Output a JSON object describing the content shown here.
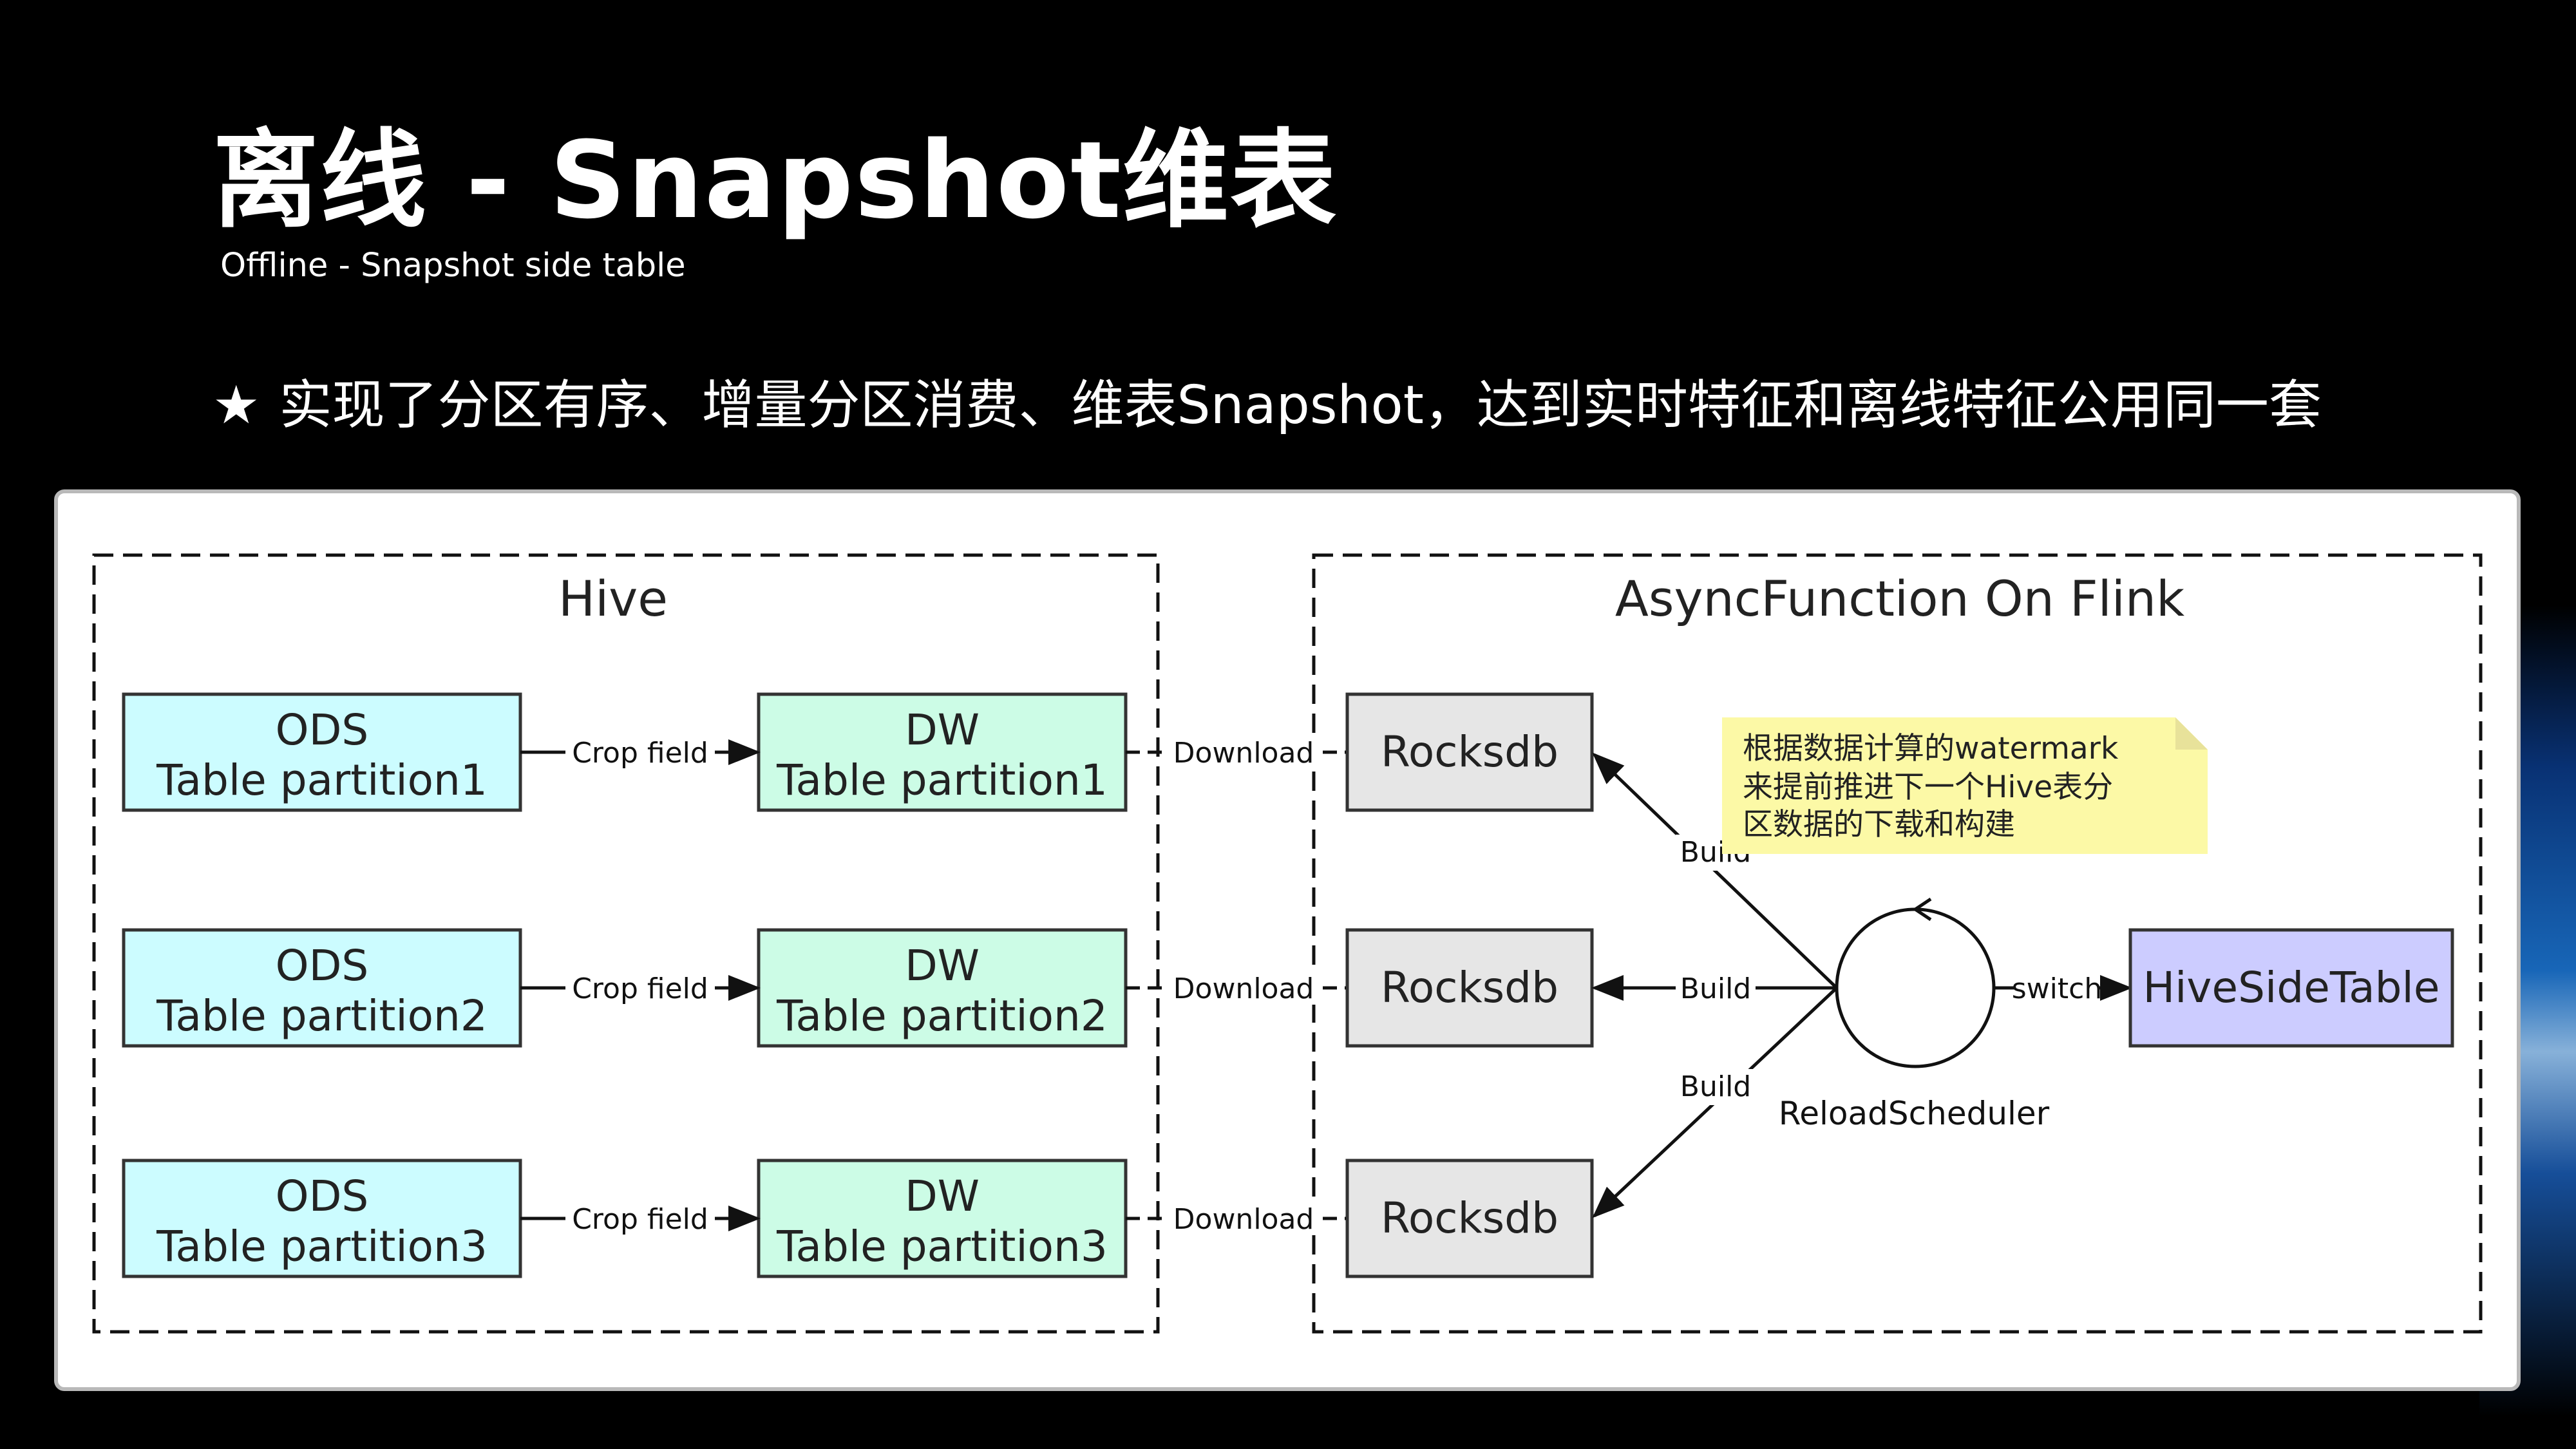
{
  "slide": {
    "title": "离线 - Snapshot维表",
    "subtitle": "Offline - Snapshot side table",
    "bullet_symbol": "★",
    "bullet_text": "实现了分区有序、增量分区消费、维表Snapshot，达到实时特征和离线特征公用同一套"
  },
  "diagram": {
    "hive_group": {
      "title": "Hive"
    },
    "flink_group": {
      "title": "AsyncFunction On Flink"
    },
    "ods": [
      {
        "line1": "ODS",
        "line2": "Table partition1"
      },
      {
        "line1": "ODS",
        "line2": "Table partition2"
      },
      {
        "line1": "ODS",
        "line2": "Table partition3"
      }
    ],
    "dw": [
      {
        "line1": "DW",
        "line2": "Table partition1"
      },
      {
        "line1": "DW",
        "line2": "Table partition2"
      },
      {
        "line1": "DW",
        "line2": "Table partition3"
      }
    ],
    "rocksdb": [
      "Rocksdb",
      "Rocksdb",
      "Rocksdb"
    ],
    "edges": {
      "crop": [
        "Crop field",
        "Crop field",
        "Crop field"
      ],
      "download": [
        "Download",
        "Download",
        "Download"
      ],
      "build": [
        "Build",
        "Build",
        "Build"
      ],
      "switch": "switch"
    },
    "scheduler_label": "ReloadScheduler",
    "side_table": "HiveSideTable",
    "note": [
      "根据数据计算的watermark",
      "来提前推进下一个Hive表分",
      "区数据的下载和构建"
    ],
    "colors": {
      "ods_fill": "#ccfcff",
      "dw_fill": "#ccfce6",
      "rocksdb_fill": "#e6e6e6",
      "side_table_fill": "#ccccff",
      "note_fill": "#fcf9a6",
      "stroke": "#333333"
    }
  }
}
